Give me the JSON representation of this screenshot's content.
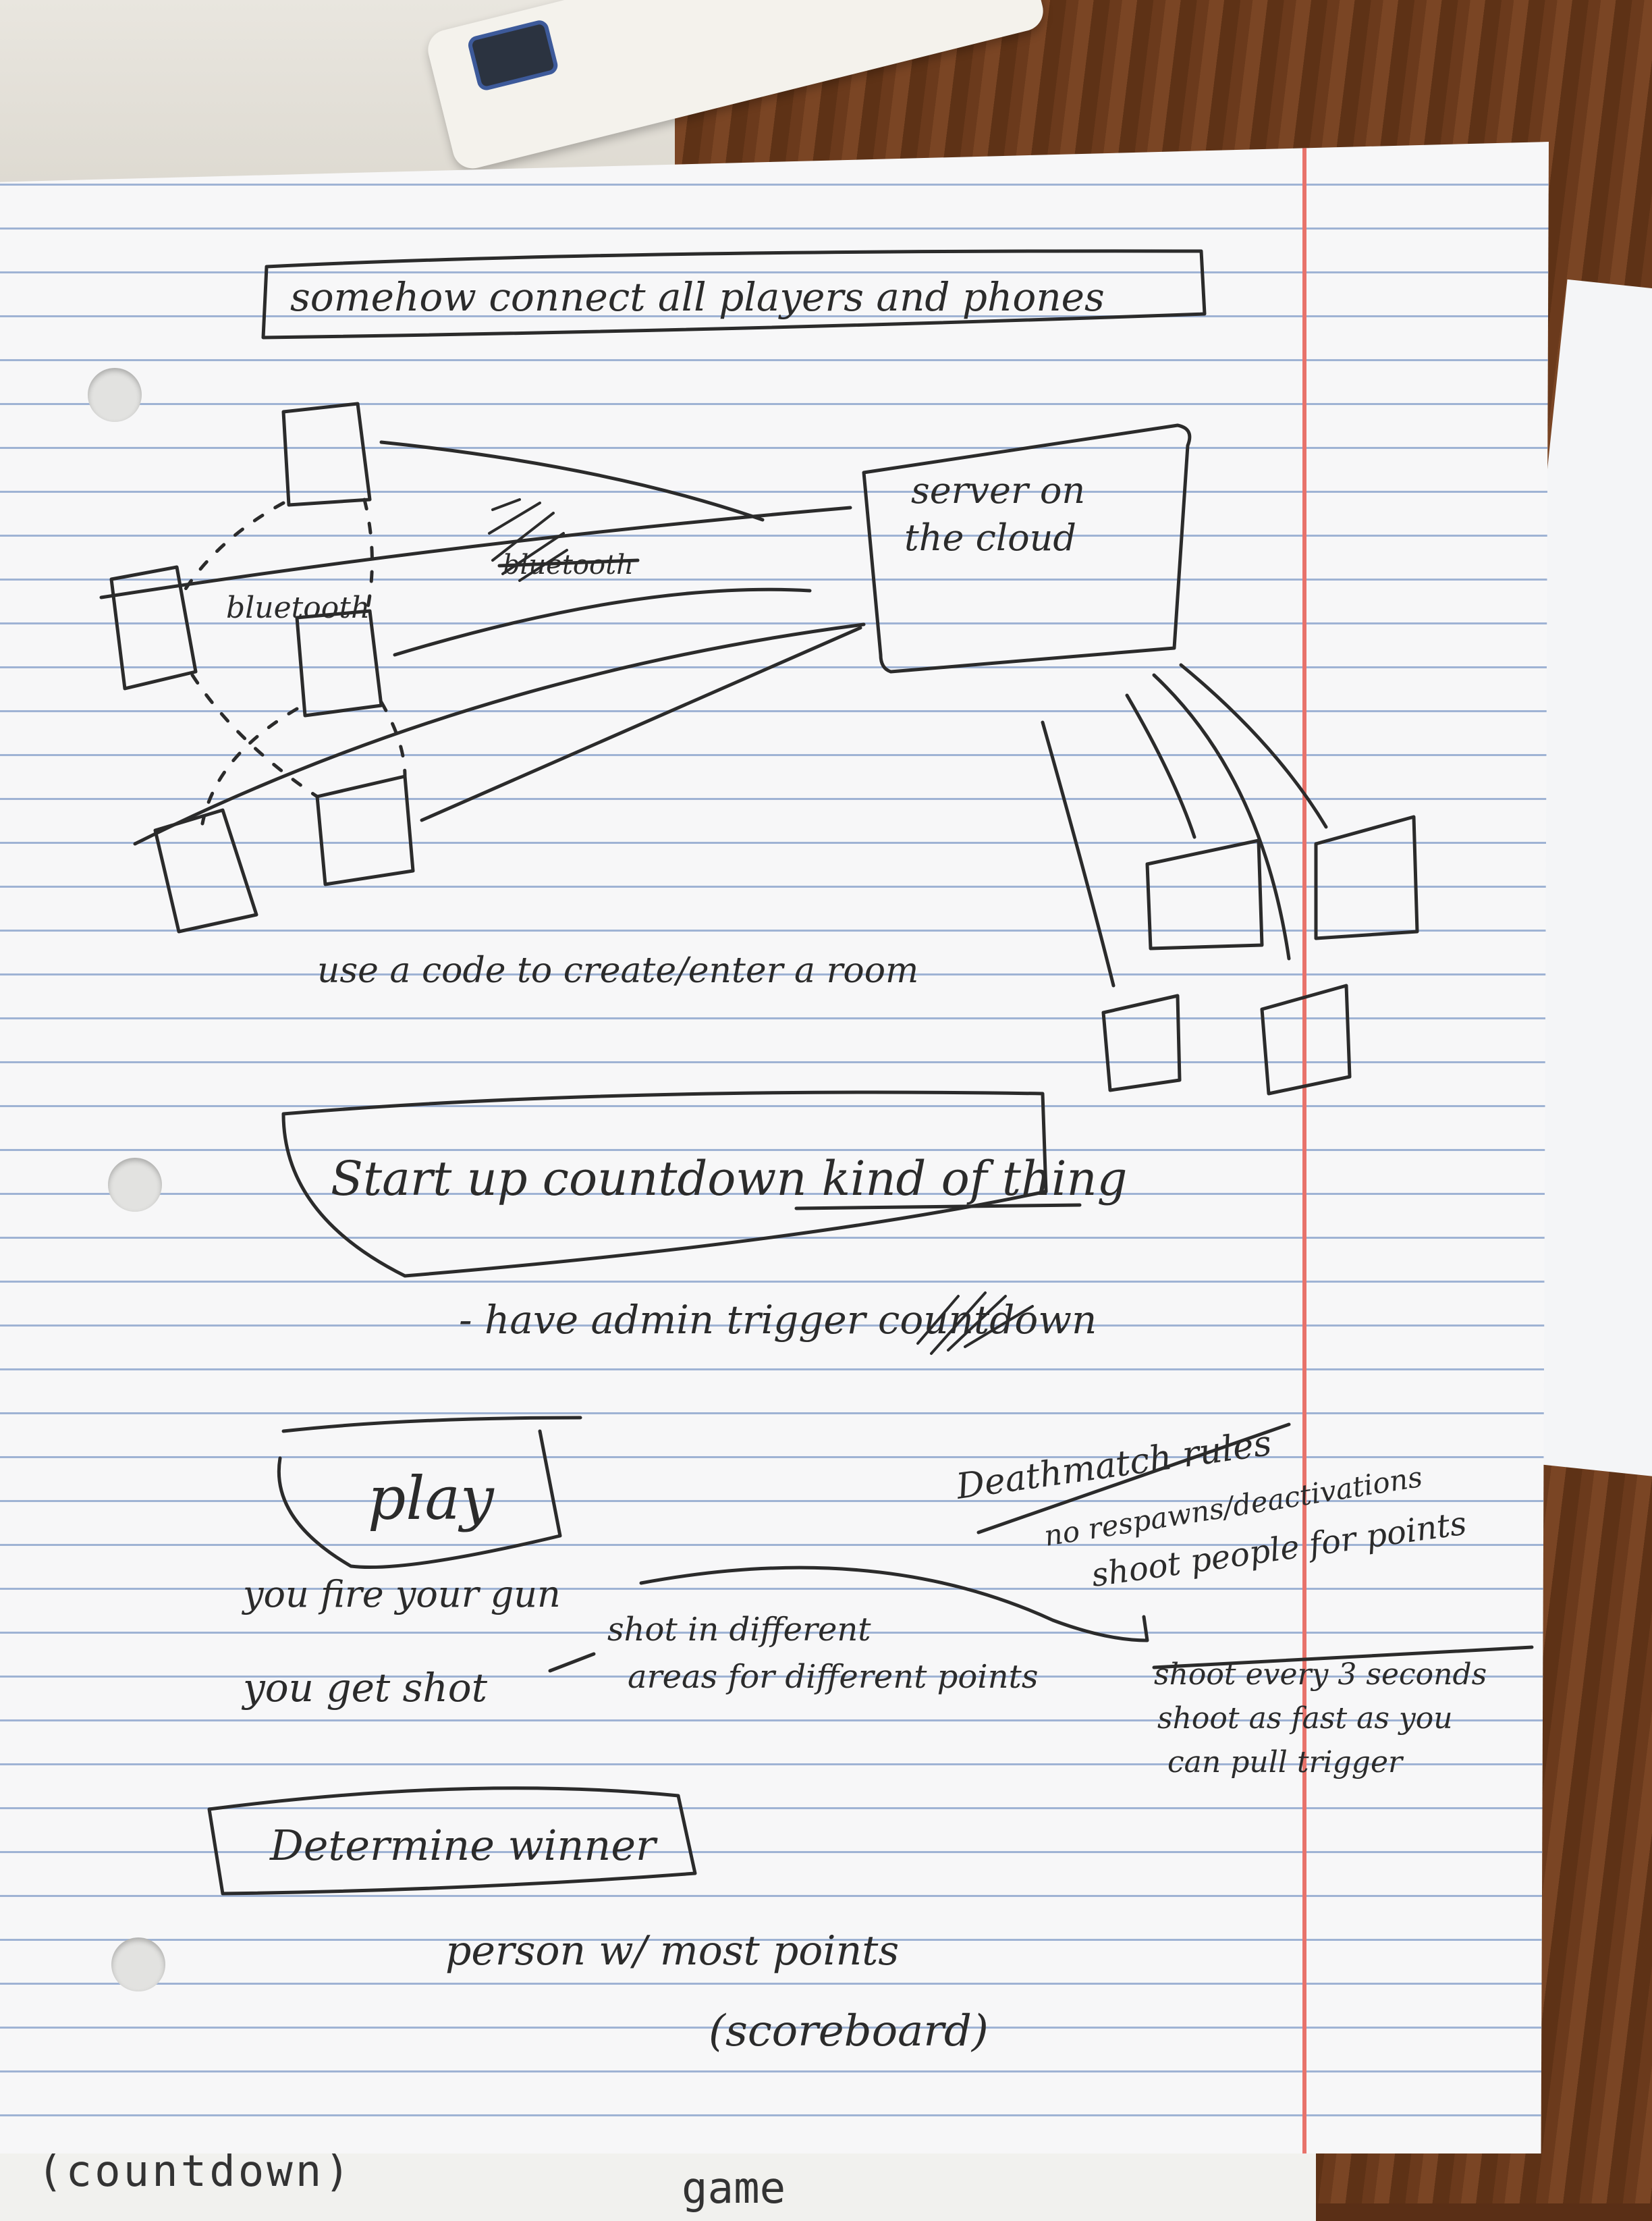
{
  "notes": {
    "connect": "somehow connect all players and phones",
    "server": [
      "server on",
      "the cloud"
    ],
    "bluetooth_left": "bluetooth",
    "bluetooth_crossed": "bluetooth",
    "room_code": "use a code to create/enter a room",
    "countdown_box": "Start up countdown kind of thing",
    "admin_trigger": "- have admin trigger countdown",
    "play": "play",
    "fire_gun": "you fire your gun",
    "get_shot": "you get shot",
    "shot_areas": [
      "shot in different",
      "areas for different points"
    ],
    "deathmatch_title": "Deathmatch rules",
    "deathmatch_rules": [
      "no respawns/deactivations",
      "shoot people for points"
    ],
    "fire_rate_crossed": "shoot every 3 seconds",
    "fire_rate": [
      "shoot as fast as you",
      "can pull trigger"
    ],
    "winners_box": "Determine winner",
    "winners_detail": [
      "person w/ most points",
      "(scoreboard)"
    ],
    "under_page_left": "(countdown)",
    "under_page_right": "game"
  },
  "colors": {
    "ink": "#2b2b2b",
    "margin_line": "#e8736b",
    "rule_line": "#9fb3d4"
  }
}
